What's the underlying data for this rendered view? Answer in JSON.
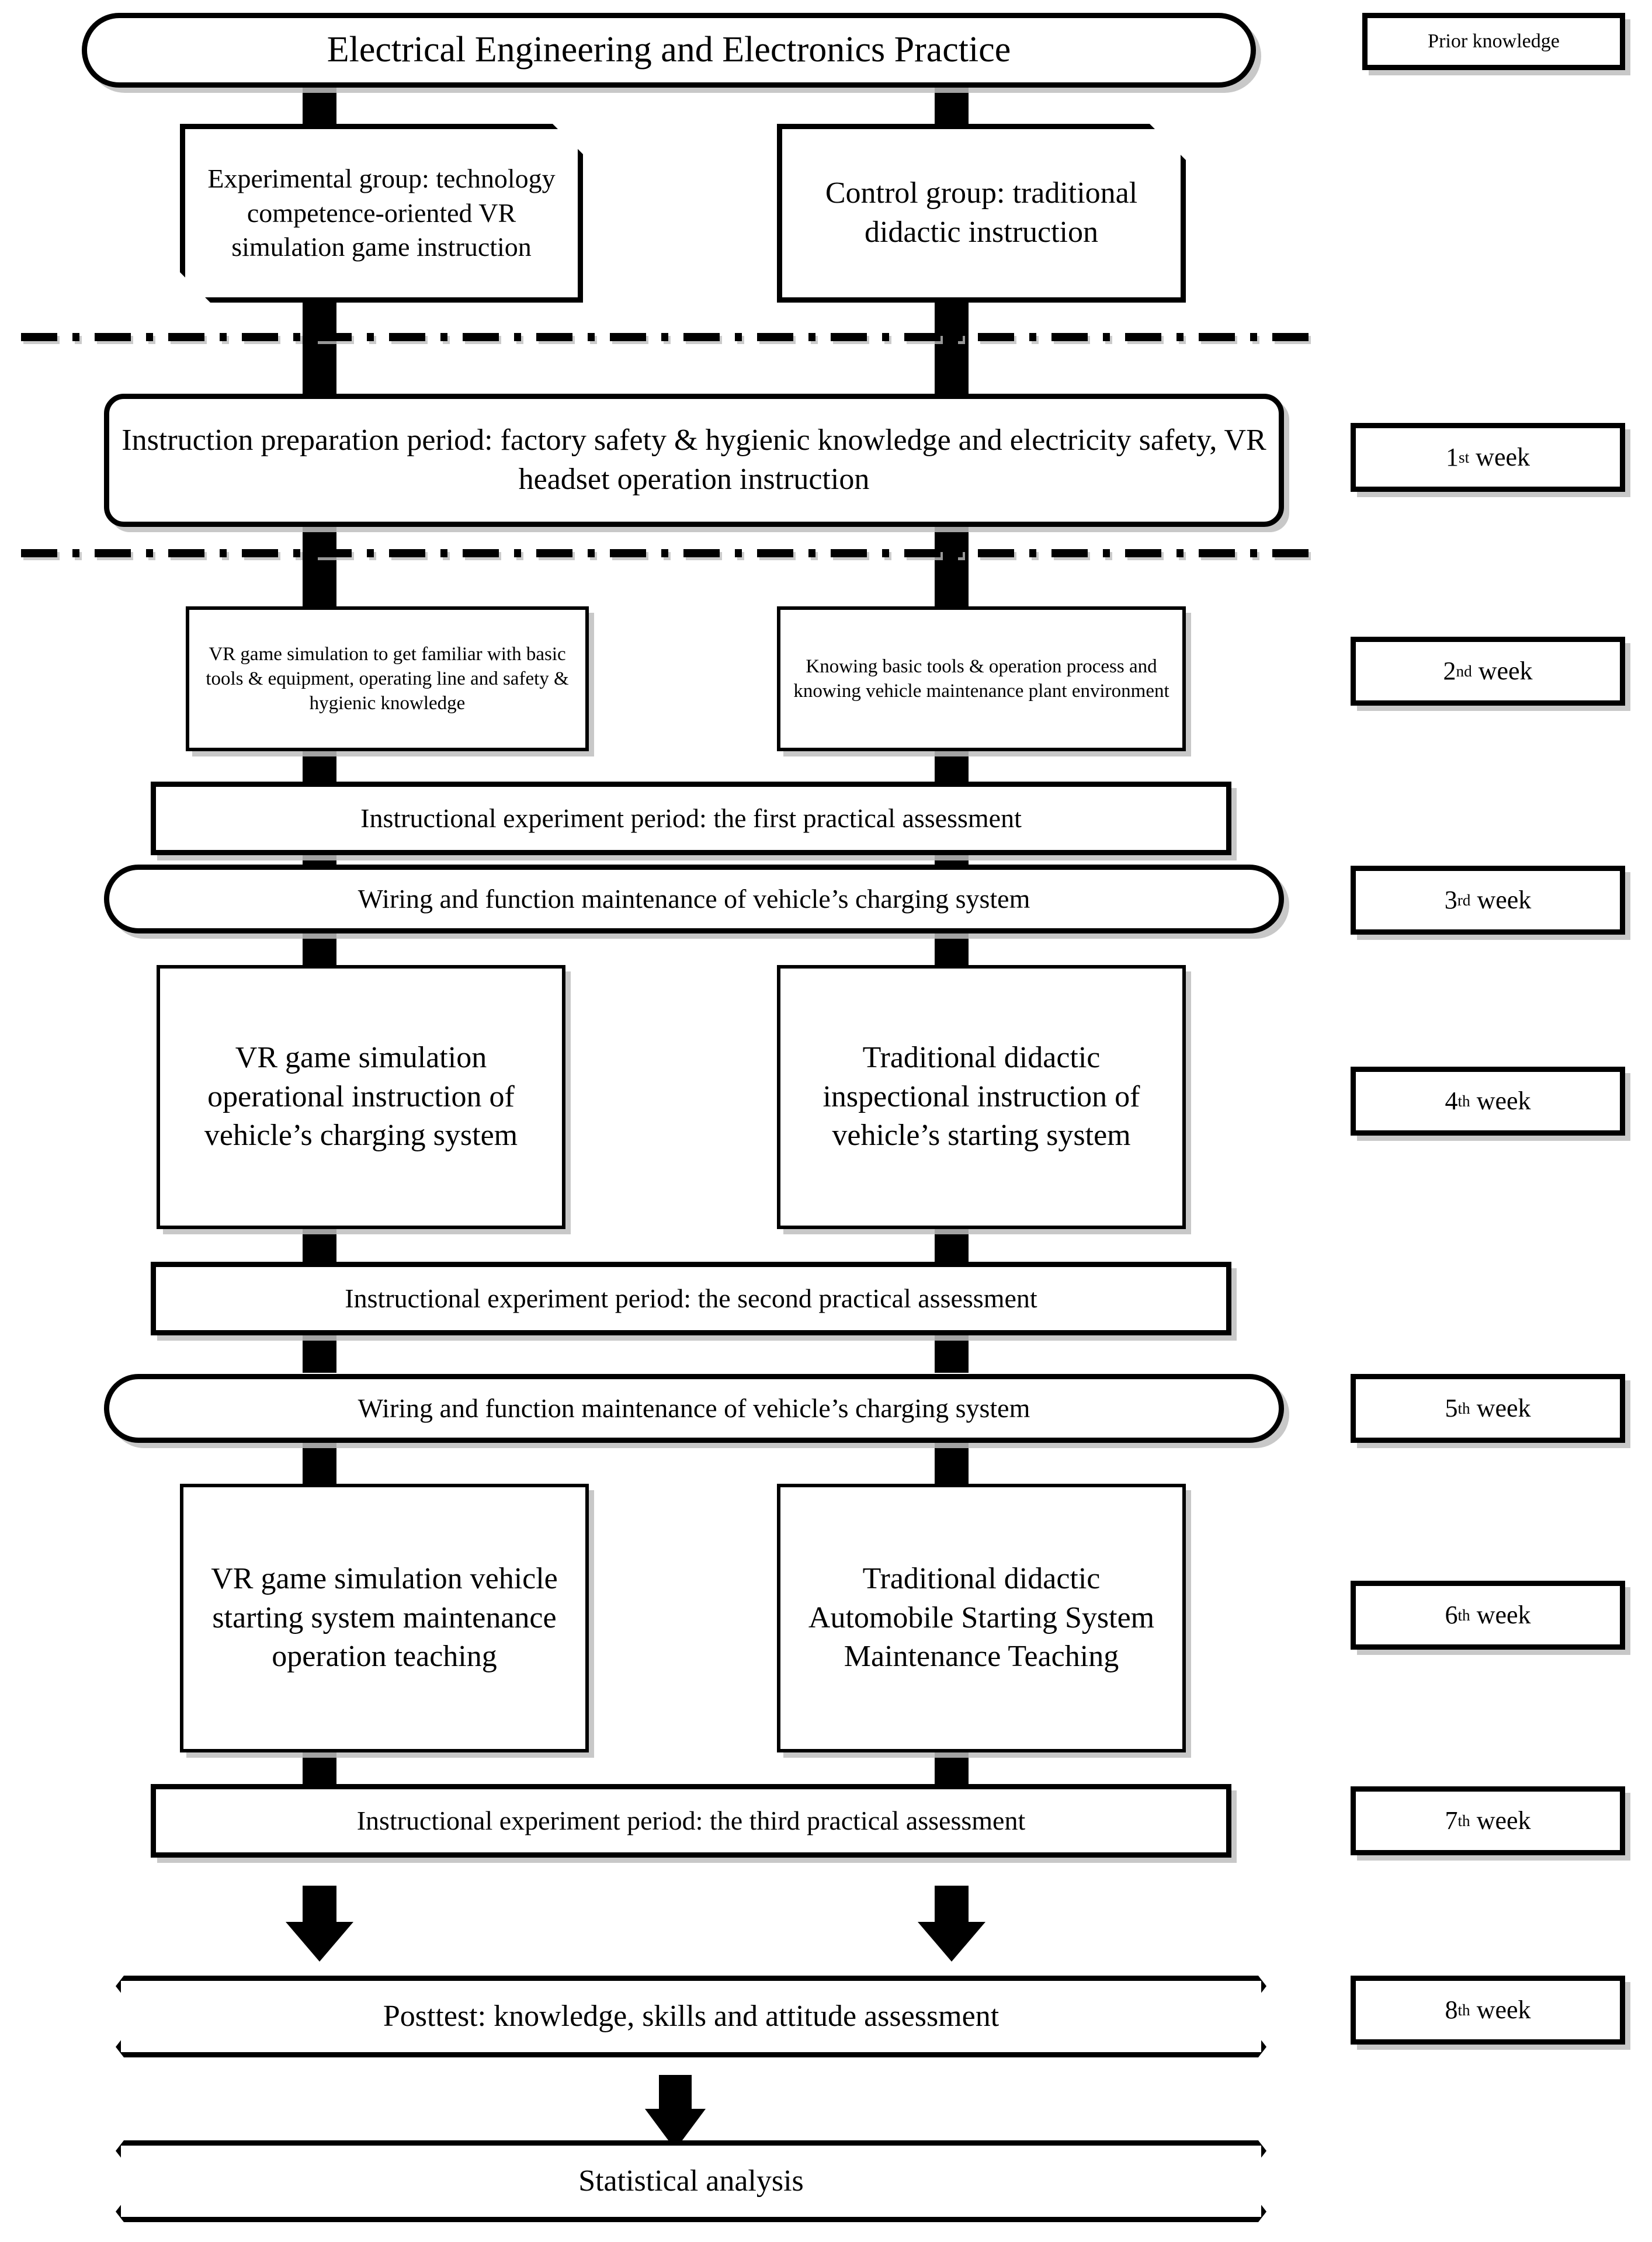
{
  "diagram": {
    "title": "Electrical Engineering and Electronics Practice",
    "timeline_labels": [
      {
        "id": "prior",
        "text": "Prior knowledge"
      },
      {
        "id": "w1",
        "ordinal": "1",
        "suffix": "st",
        "text": "1st week"
      },
      {
        "id": "w2",
        "ordinal": "2",
        "suffix": "nd",
        "text": "2nd week"
      },
      {
        "id": "w3",
        "ordinal": "3",
        "suffix": "rd",
        "text": "3rd week"
      },
      {
        "id": "w4",
        "ordinal": "4",
        "suffix": "th",
        "text": "4th week"
      },
      {
        "id": "w5",
        "ordinal": "5",
        "suffix": "th",
        "text": "5th week"
      },
      {
        "id": "w6",
        "ordinal": "6",
        "suffix": "th",
        "text": "6th week"
      },
      {
        "id": "w7",
        "ordinal": "7",
        "suffix": "th",
        "text": "7th week"
      },
      {
        "id": "w8",
        "ordinal": "8",
        "suffix": "th",
        "text": "8th week"
      }
    ],
    "nodes": {
      "course": "Electrical Engineering and Electronics Practice",
      "experimental_group": "Experimental group: technology competence-oriented VR simulation game instruction",
      "control_group": "Control group: traditional didactic instruction",
      "preparation": "Instruction preparation period: factory safety & hygienic knowledge and electricity safety, VR headset operation instruction",
      "week2_left": "VR game simulation to get familiar with basic tools & equipment, operating line and safety & hygienic knowledge",
      "week2_right": "Knowing basic tools & operation process and knowing vehicle maintenance plant environment",
      "assessment1": "Instructional experiment period: the first practical assessment",
      "wiring1": "Wiring and function maintenance of vehicle’s charging system",
      "week4_left": "VR game simulation operational instruction of vehicle’s charging system",
      "week4_right": "Traditional didactic inspectional instruction of vehicle’s starting system",
      "assessment2": "Instructional experiment period: the second practical assessment",
      "wiring2": "Wiring and function maintenance of vehicle’s charging system",
      "week6_left": "VR game simulation vehicle starting system maintenance operation teaching",
      "week6_right": "Traditional didactic Automobile Starting System Maintenance Teaching",
      "assessment3": "Instructional experiment period: the third practical assessment",
      "posttest": "Posttest: knowledge, skills and attitude assessment",
      "statistical": "Statistical analysis"
    },
    "colors": {
      "stroke": "#000000",
      "fill": "#ffffff",
      "shadow": "#bebebe"
    }
  }
}
